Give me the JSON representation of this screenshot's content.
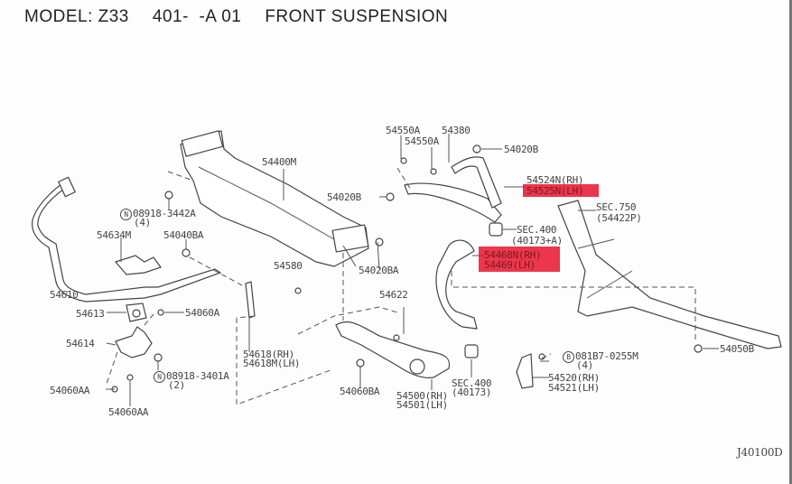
{
  "header": {
    "model": "MODEL: Z33",
    "code": "401-  -A 01",
    "section": "FRONT SUSPENSION"
  },
  "footer": {
    "drawing_id": "J40100D"
  },
  "highlight_color": "#e8132e",
  "parts": {
    "p54550a_1": "54550A",
    "p54550a_2": "54550A",
    "p54380": "54380",
    "p54020b_top": "54020B",
    "p54524n": "54524N(RH)",
    "p54525n": "54525N(LH)",
    "p54400m": "54400M",
    "p54020b_mid": "54020B",
    "sec750": "SEC.750",
    "sec750_ref": "(54422P)",
    "sec400_top": "SEC.400",
    "sec400_top_ref": "(40173+A)",
    "p54468n": "54468N(RH)",
    "p54469": "54469(LH)",
    "n08918_3442a": "08918-3442A",
    "n08918_3442a_qty": "(4)",
    "p54634m": "54634M",
    "p54040ba": "54040BA",
    "p54580": "54580",
    "p54020ba": "54020BA",
    "p54610": "54610",
    "p54622": "54622",
    "p54613": "54613",
    "p54060a": "54060A",
    "p54614": "54614",
    "p54618": "54618(RH)",
    "p54618m": "54618M(LH)",
    "n08918_3401a": "08918-3401A",
    "n08918_3401a_qty": "(2)",
    "b081b7_0255m": "081B7-0255M",
    "b081b7_0255m_qty": "(4)",
    "p54050b": "54050B",
    "p54060aa_1": "54060AA",
    "p54060aa_2": "54060AA",
    "p54060ba": "54060BA",
    "p54500": "54500(RH)",
    "p54501": "54501(LH)",
    "sec400_bot": "SEC.400",
    "sec400_bot_ref": "(40173)",
    "p54520": "54520(RH)",
    "p54521": "54521(LH)"
  },
  "symbols": {
    "nut_marker": "N",
    "bolt_marker": "B"
  }
}
